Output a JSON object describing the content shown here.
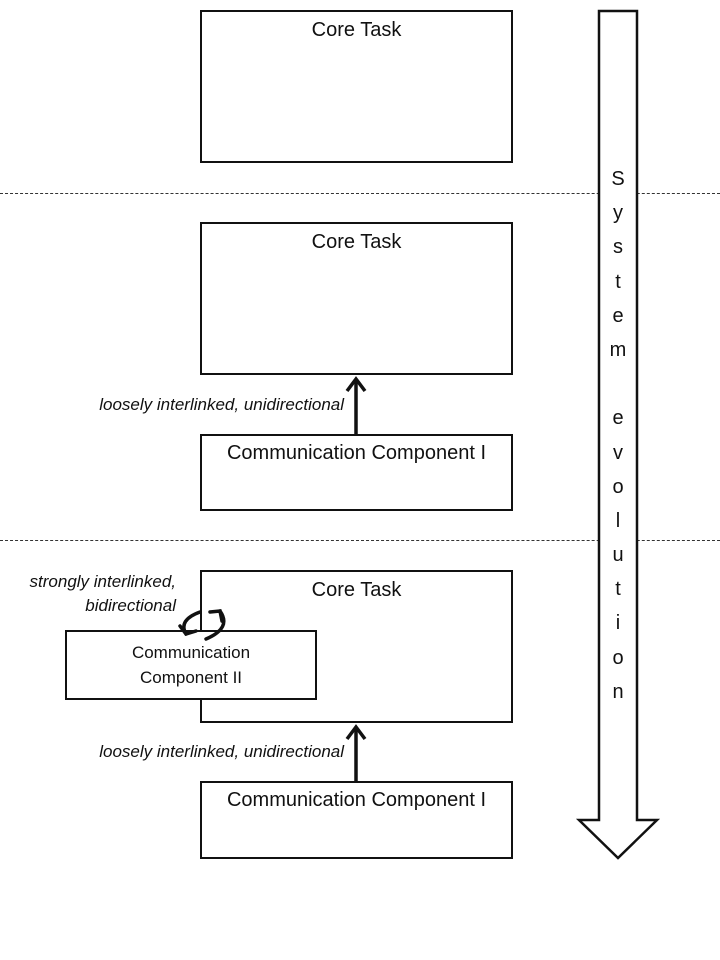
{
  "stages": [
    {
      "core_task": "Core Task"
    },
    {
      "core_task": "Core Task",
      "component_one": "Communication Component I",
      "link_label": "loosely interlinked, unidirectional"
    },
    {
      "core_task": "Core Task",
      "component_one": "Communication Component I",
      "link_label": "loosely interlinked, unidirectional",
      "component_two": [
        "Communication",
        "Component II"
      ],
      "strong_link_label": [
        "strongly interlinked,",
        "bidirectional"
      ]
    }
  ],
  "evolution_arrow": {
    "letters": [
      "S",
      "y",
      "s",
      "t",
      "e",
      "m",
      "",
      "e",
      "v",
      "o",
      "l",
      "u",
      "t",
      "i",
      "o",
      "n"
    ]
  }
}
